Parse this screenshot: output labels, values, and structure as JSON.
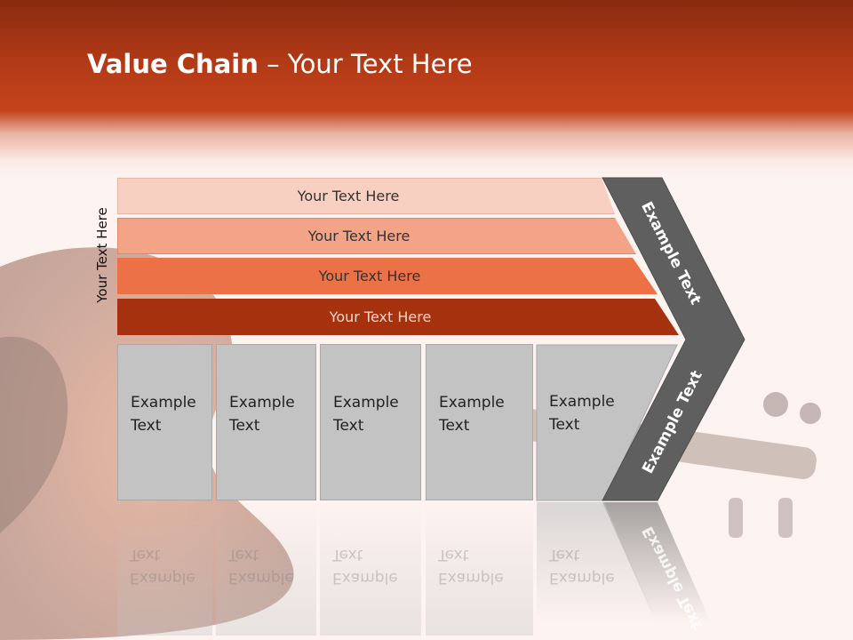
{
  "header": {
    "title_bold": "Value Chain",
    "title_rest": " – Your Text Here"
  },
  "side_label": "Your Text Here",
  "bars": [
    {
      "label": "Your Text Here"
    },
    {
      "label": "Your Text Here"
    },
    {
      "label": "Your Text Here"
    },
    {
      "label": "Your Text Here"
    }
  ],
  "boxes": [
    {
      "line1": "Example",
      "line2": "Text"
    },
    {
      "line1": "Example",
      "line2": "Text"
    },
    {
      "line1": "Example",
      "line2": "Text"
    },
    {
      "line1": "Example",
      "line2": "Text"
    },
    {
      "line1": "Example",
      "line2": "Text"
    }
  ],
  "chevron": {
    "top_label": "Example Text",
    "bottom_label": "Example Text"
  },
  "colors": {
    "header": "#b23a17",
    "bar1": "#f8d0c2",
    "bar2": "#f3a486",
    "bar3": "#ec7147",
    "bar4": "#a5310e",
    "box": "#c3c3c3",
    "chevron": "#5f5f5f"
  }
}
